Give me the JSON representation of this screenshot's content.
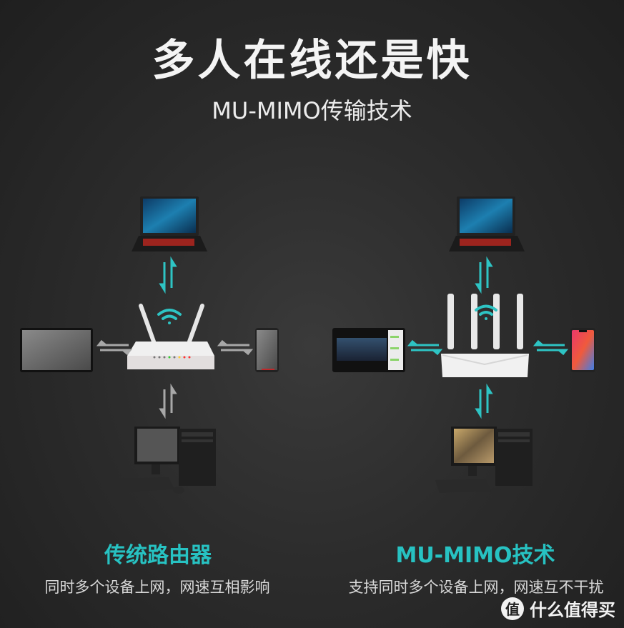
{
  "header": {
    "title": "多人在线还是快",
    "subtitle": "MU-MIMO传输技术"
  },
  "diagrams": [
    {
      "id": "traditional",
      "caption_title": "传统路由器",
      "caption_desc": "同时多个设备上网，网速互相影响",
      "router": "2-antenna white router",
      "devices": [
        "laptop",
        "tablet",
        "phone",
        "desktop-pc"
      ],
      "arrow_colors": {
        "top": "#2ec4c4",
        "left": "#a8a8a8",
        "right": "#a8a8a8",
        "bottom": "#a8a8a8"
      }
    },
    {
      "id": "mu-mimo",
      "caption_title": "MU-MIMO技术",
      "caption_desc": "支持同时多个设备上网，网速互不干扰",
      "router": "4-antenna white router",
      "devices": [
        "laptop",
        "tablet",
        "phone",
        "desktop-pc"
      ],
      "arrow_colors": {
        "top": "#2ec4c4",
        "left": "#2ec4c4",
        "right": "#2ec4c4",
        "bottom": "#2ec4c4"
      }
    }
  ],
  "watermark": {
    "badge": "值",
    "text": "什么值得买"
  },
  "colors": {
    "accent": "#27c2c2",
    "background": "#2c2c2c",
    "inactive_arrow": "#a8a8a8"
  }
}
